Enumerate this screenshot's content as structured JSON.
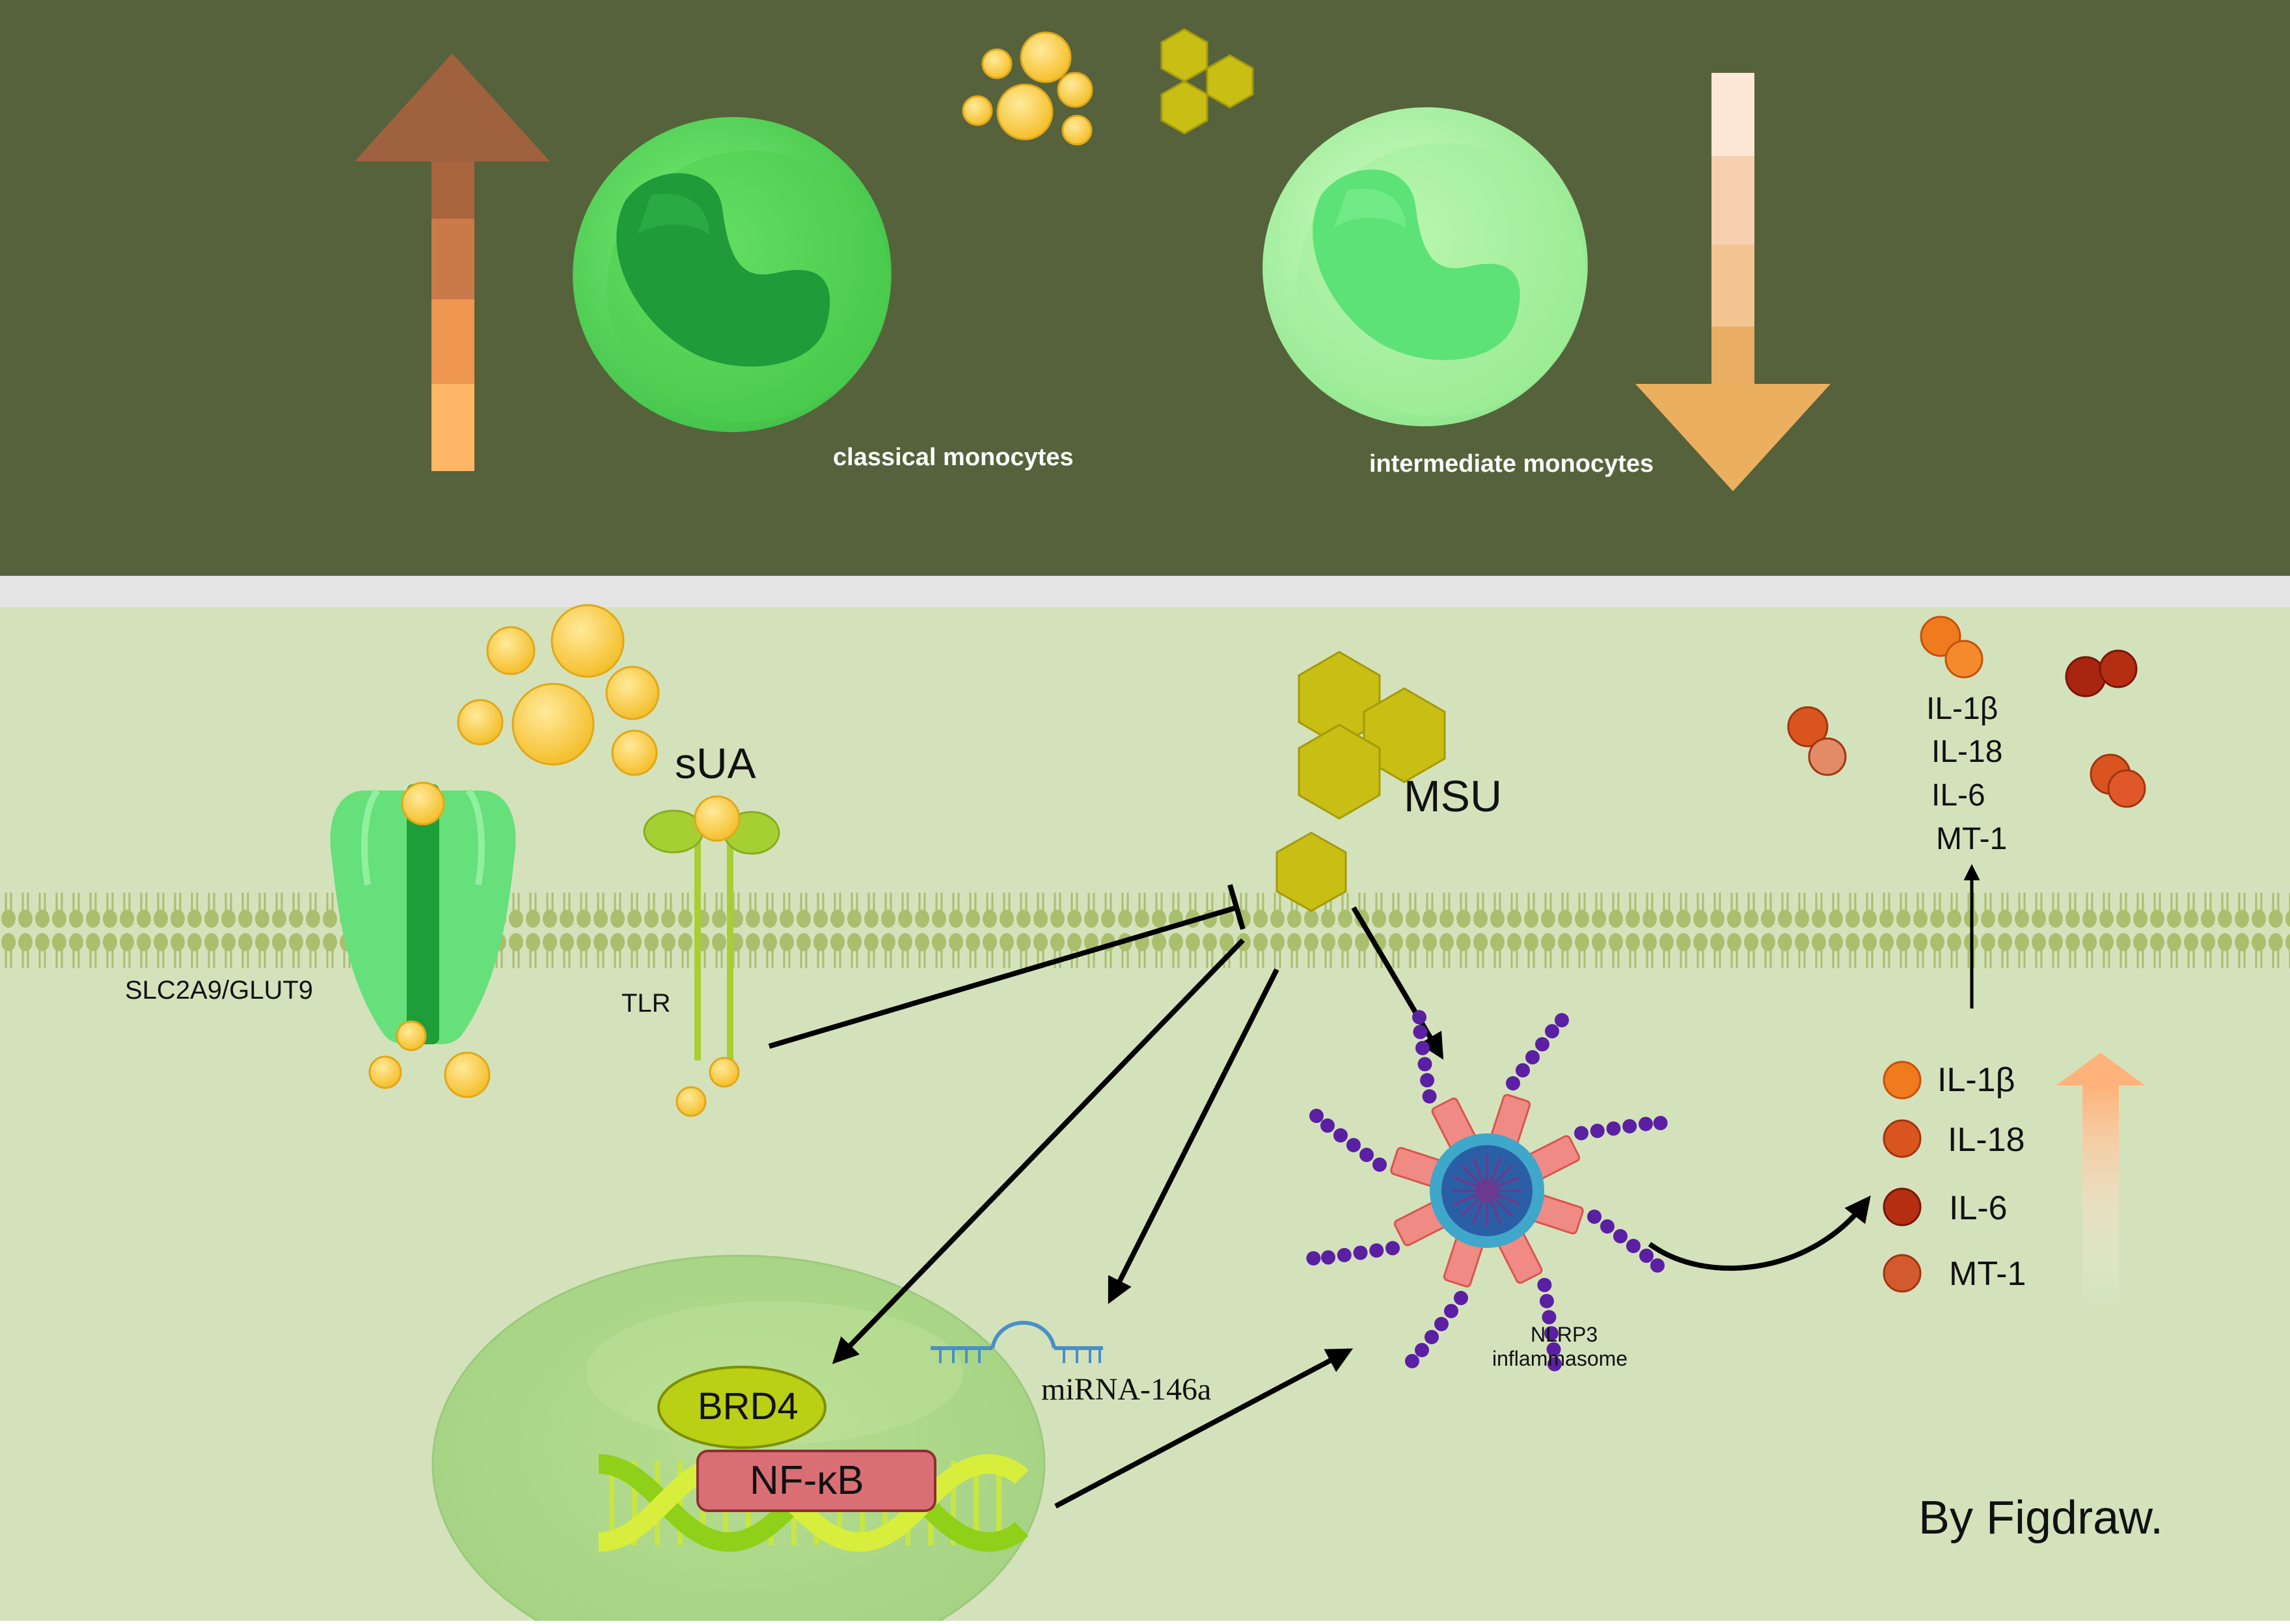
{
  "top_panel": {
    "cell_left_label": "classical monocytes",
    "cell_right_label": "intermediate monocytes"
  },
  "bottom_panel": {
    "suA": "sUA",
    "msu": "MSU",
    "transporter": "SLC2A9/GLUT9",
    "tlr": "TLR",
    "brd4": "BRD4",
    "nfkb": "NF-κB",
    "mirna": "miRNA-146a",
    "nlrp3_line1": "NLRP3",
    "nlrp3_line2": "inflammasome",
    "cytokines_released": [
      "IL-1β",
      "IL-18",
      "IL-6",
      "MT-1"
    ],
    "cytokines_inside": [
      "IL-1β",
      "IL-18",
      "IL-6",
      "MT-1"
    ],
    "credit": "By Figdraw."
  },
  "colors": {
    "top_bg": "#55623b",
    "bottom_bg": "#d4e2bc",
    "divider": "#e4e4e4",
    "membrane": "#a9bf6d",
    "uric_yellow": "#fdd65a",
    "msu_hex": "#c8be14",
    "cytokine_1": "#f07a1e",
    "cytokine_2": "#d9541e",
    "cytokine_3": "#b52e12",
    "cytokine_4": "#d35a2e"
  }
}
